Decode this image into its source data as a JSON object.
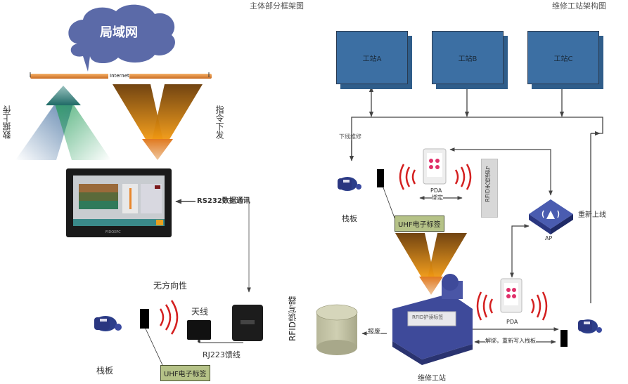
{
  "left": {
    "title": "主体部分框架图",
    "cloud_label": "局域网",
    "bus_label": "Internet",
    "upload_label": "数据上传",
    "command_label": "指令下发",
    "hmi_brand": "FIDOXPC",
    "rs232_label": "RS232数据通讯",
    "non_directional_label": "无方向性",
    "antenna_label": "天线",
    "cable_label": "RJ223馈线",
    "board_label": "栈板",
    "uhf_tag_label": "UHF电子标签"
  },
  "right": {
    "title": "维修工站架构图",
    "stations": [
      {
        "label": "工站A"
      },
      {
        "label": "工站B"
      },
      {
        "label": "工站C"
      }
    ],
    "offline_repair_label": "下线维修",
    "board_label": "栈板",
    "uhf_tag_label": "UHF电子标签",
    "pda_top_label": "PDA",
    "bind_label": "绑定",
    "rfid_antenna_label": "RFID天线读写",
    "ap_label": "AP",
    "reonline_label": "重新上线",
    "rfid_reader_label": "RFID读写器",
    "rfid_reader_box_label": "RFID护读标签",
    "scrap_label": "报废",
    "pda_bottom_label": "PDA",
    "unbind_label": "解绑，重新写入栈板",
    "repair_station_label": "维修工站"
  },
  "colors": {
    "cloud": "#5b6aa8",
    "station": "#3c6fa3",
    "panel": "#b5c287",
    "wave": "#d42020",
    "arrow_orange": "#e08a10",
    "arrow_brown": "#7a4a08",
    "ap": "#3a4a9a",
    "line": "#444444"
  }
}
